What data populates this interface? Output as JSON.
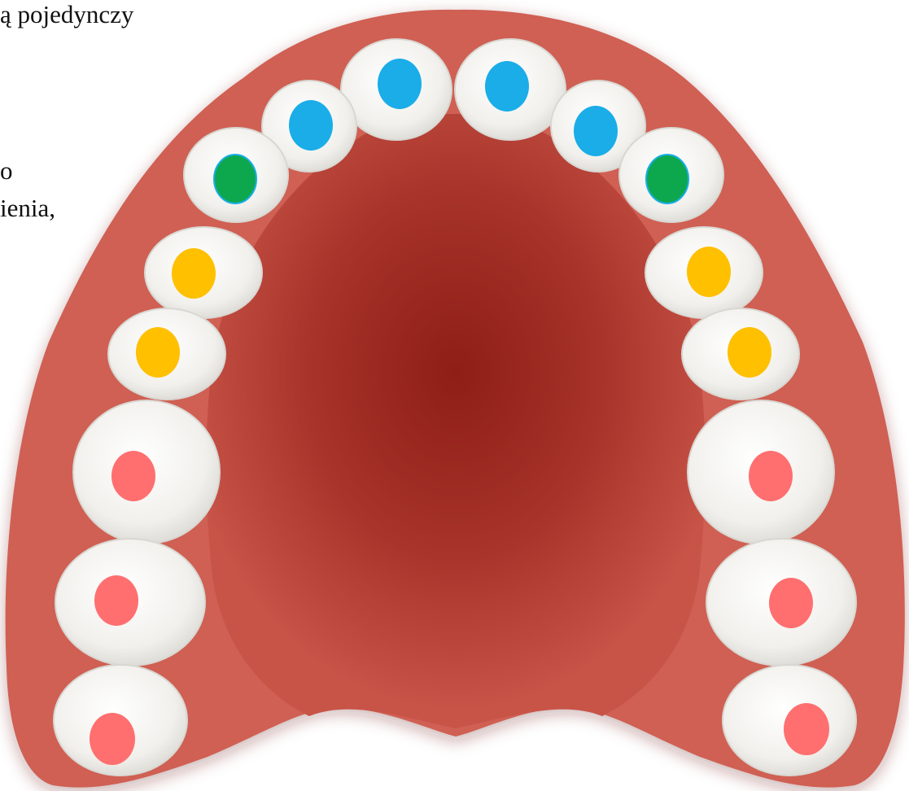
{
  "text_fragments": [
    "ą pojedynczy",
    "o",
    "ienia,"
  ],
  "marker_colors": {
    "incisor": "#1AADE8",
    "canine": "#0DA84E",
    "premolar": "#FFC000",
    "molar": "#FF6F6F"
  },
  "palette": {
    "gum": "#C85448",
    "gum_dark": "#8E1E16",
    "tooth": "#F5F4F1",
    "tooth_shadow": "#D9D7D2"
  },
  "teeth": [
    {
      "id": "left-central-incisor",
      "kind": "incisor"
    },
    {
      "id": "right-central-incisor",
      "kind": "incisor"
    },
    {
      "id": "left-lateral-incisor",
      "kind": "incisor"
    },
    {
      "id": "right-lateral-incisor",
      "kind": "incisor"
    },
    {
      "id": "left-canine",
      "kind": "canine"
    },
    {
      "id": "right-canine",
      "kind": "canine"
    },
    {
      "id": "left-first-premolar",
      "kind": "premolar"
    },
    {
      "id": "right-first-premolar",
      "kind": "premolar"
    },
    {
      "id": "left-second-premolar",
      "kind": "premolar"
    },
    {
      "id": "right-second-premolar",
      "kind": "premolar"
    },
    {
      "id": "left-first-molar",
      "kind": "molar"
    },
    {
      "id": "right-first-molar",
      "kind": "molar"
    },
    {
      "id": "left-second-molar",
      "kind": "molar"
    },
    {
      "id": "right-second-molar",
      "kind": "molar"
    },
    {
      "id": "left-third-molar",
      "kind": "molar"
    },
    {
      "id": "right-third-molar",
      "kind": "molar"
    }
  ]
}
